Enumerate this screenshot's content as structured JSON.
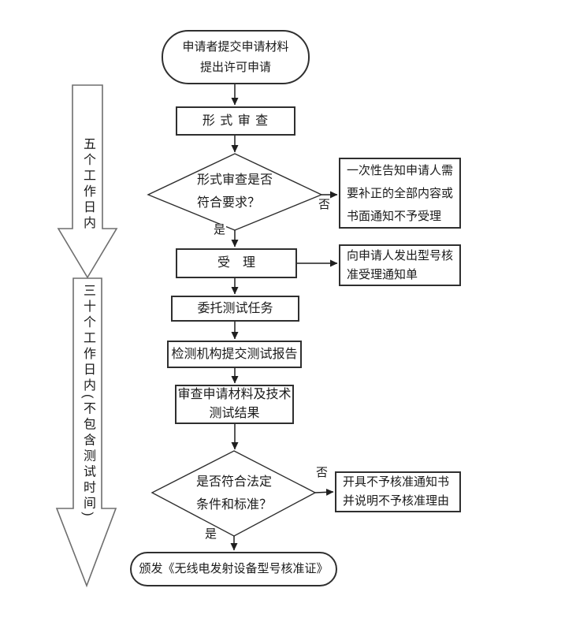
{
  "flow": {
    "start": {
      "line1": "申请者提交申请材料",
      "line2": "提出许可申请"
    },
    "formal_review": {
      "label": "形 式 审 查"
    },
    "formal_review_check": {
      "line1": "形式审查是否",
      "line2": "符合要求？"
    },
    "notify_correction": {
      "line1": "一次性告知申请人需",
      "line2": "要补正的全部内容或",
      "line3": "书面通知不予受理"
    },
    "accept": {
      "label": "受　理"
    },
    "accept_notice": {
      "line1": "向申请人发出型号核",
      "line2": "准受理通知单"
    },
    "delegate_test": {
      "label": "委托测试任务"
    },
    "test_report": {
      "label": "检测机构提交测试报告"
    },
    "review_materials": {
      "line1": "审查申请材料及技术",
      "line2": "测试结果"
    },
    "legal_check": {
      "line1": "是否符合法定",
      "line2": "条件和标准？"
    },
    "reject_notice": {
      "line1": "开具不予核准通知书",
      "line2": "并说明不予核准理由"
    },
    "end": {
      "label": "颁发《无线电发射设备型号核准证》"
    }
  },
  "labels": {
    "no1": "否",
    "yes1": "是",
    "no2": "否",
    "yes2": "是"
  },
  "timeline": {
    "five_days": "五个工作日内",
    "thirty_days": "三十个工作日内(不包含测试时间)"
  },
  "colors": {
    "background": "#ffffff",
    "connector": "#1f1f1f",
    "node_border": "#2f2f2f",
    "block_arrow_stroke": "#6e6e6e"
  }
}
